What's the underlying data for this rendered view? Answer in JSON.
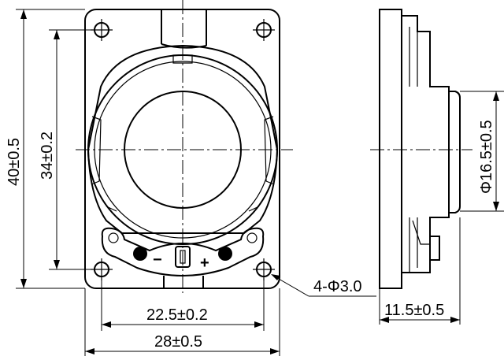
{
  "dimensions": {
    "height_outer": "40±0.5",
    "height_holes": "34±0.2",
    "width_holes": "22.5±0.2",
    "width_outer": "28±0.5",
    "holes": "4-Φ3.0",
    "depth": "11.5±0.5",
    "diaphragm_diameter": "Φ16.5±0.5"
  },
  "terminals": {
    "negative": "−",
    "positive": "+"
  }
}
